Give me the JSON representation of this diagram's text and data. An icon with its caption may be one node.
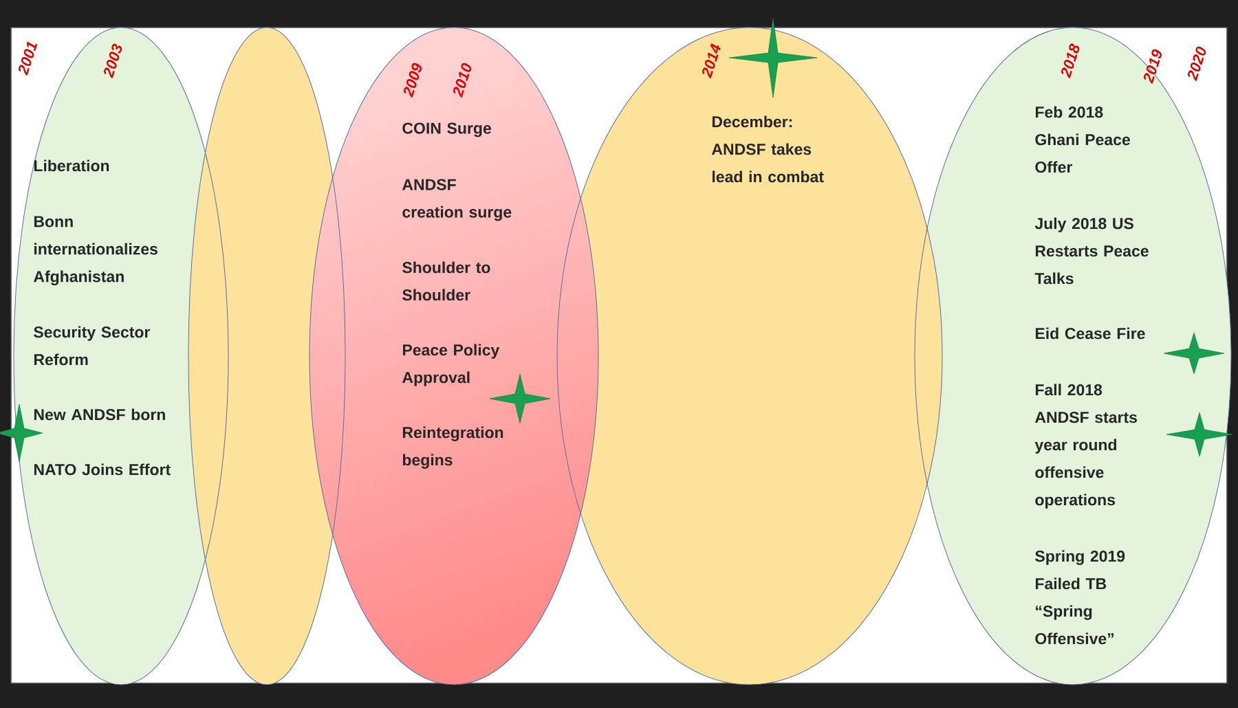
{
  "diagram": {
    "nodes": [
      {
        "text": [
          "Liberation",
          "Bonn internationalizes Afghanistan",
          "Security Sector Reform",
          "New ANDSF born",
          "NATO Joins Effort"
        ]
      },
      {
        "text": [],
        "shape": "ellipse"
      },
      {
        "text": [
          "COIN Surge",
          "ANDSF creation surge",
          "Shoulder to Shoulder",
          "Peace Policy Approval",
          "Reintegration begins"
        ]
      },
      {
        "text": [
          "December: ANDSF takes lead in combat"
        ]
      },
      {
        "text": [
          "Feb 2018 Ghani Peace Offer",
          "July 2018 US Restarts Peace Talks",
          "Eid Cease Fire",
          "Fall 2018 ANDSF starts year round offensive operations",
          "Spring 2019 Failed TB “Spring Offensive”"
        ]
      }
    ],
    "labels": [
      "2001",
      "2003",
      "2009",
      "2010",
      "2014",
      "2018",
      "2019",
      "2020"
    ]
  }
}
